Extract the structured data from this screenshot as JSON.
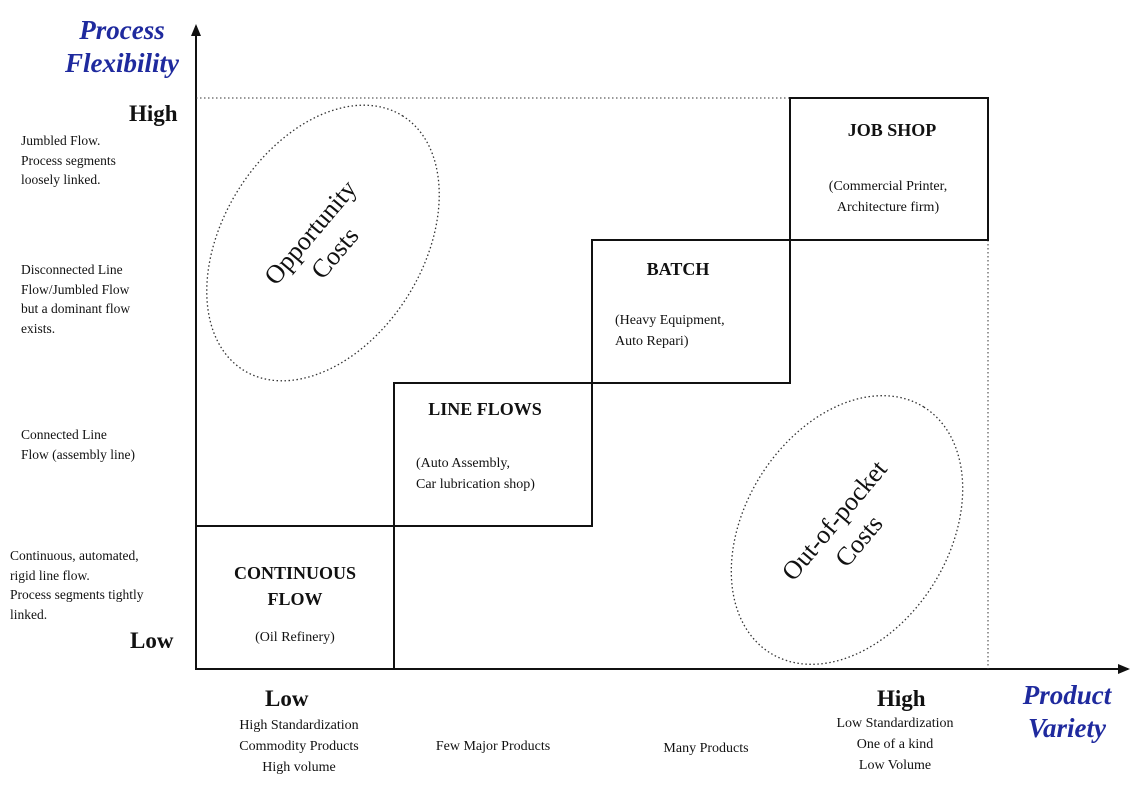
{
  "y_axis": {
    "title_line1": "Process",
    "title_line2": "Flexibility",
    "high": "High",
    "low": "Low",
    "descriptions": [
      [
        "Jumbled Flow.",
        "Process segments",
        "loosely linked."
      ],
      [
        "Disconnected Line",
        "Flow/Jumbled Flow",
        "but a dominant flow",
        "exists."
      ],
      [
        "Connected Line",
        "Flow (assembly line)"
      ],
      [
        "Continuous, automated,",
        "rigid line flow.",
        "Process segments tightly",
        "linked."
      ]
    ]
  },
  "x_axis": {
    "title_line1": "Product",
    "title_line2": "Variety",
    "low": "Low",
    "high": "High",
    "low_desc": [
      "High Standardization",
      "Commodity Products",
      "High volume"
    ],
    "few_major": "Few Major Products",
    "many": "Many Products",
    "high_desc": [
      "Low Standardization",
      "One of a kind",
      "Low Volume"
    ]
  },
  "boxes": {
    "continuous": {
      "title_line1": "CONTINUOUS",
      "title_line2": "FLOW",
      "example": "(Oil Refinery)"
    },
    "line_flows": {
      "title": "LINE FLOWS",
      "example_line1": "(Auto Assembly,",
      "example_line2": "Car lubrication shop)"
    },
    "batch": {
      "title": "BATCH",
      "example_line1": "(Heavy Equipment,",
      "example_line2": "Auto Repari)"
    },
    "job_shop": {
      "title": "JOB SHOP",
      "example_line1": "(Commercial Printer,",
      "example_line2": "Architecture firm)"
    }
  },
  "ovals": {
    "opportunity": {
      "line1": "Opportunity",
      "line2": "Costs"
    },
    "out_of_pocket": {
      "line1": "Out-of-pocket",
      "line2": "Costs"
    }
  },
  "colors": {
    "axis_title": "#1f2a9e",
    "lines": "#111111"
  }
}
